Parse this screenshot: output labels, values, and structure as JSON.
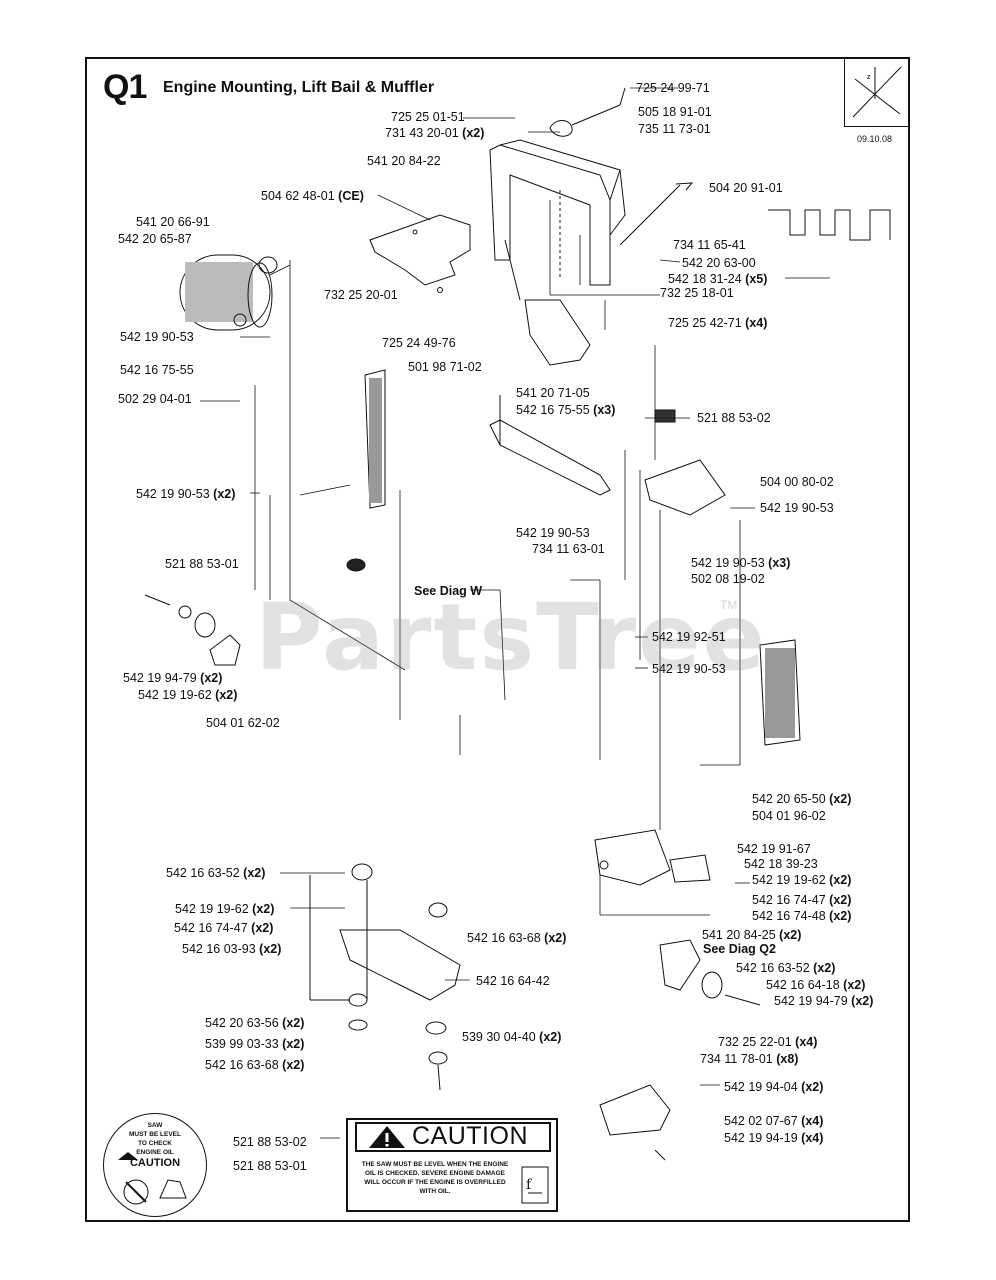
{
  "header": {
    "section_code": "Q1",
    "title": "Engine Mounting, Lift Bail & Muffler",
    "date_code": "09.10.08"
  },
  "watermark": {
    "text": "PartsTree",
    "tm": "TM"
  },
  "labels": [
    {
      "id": "l1",
      "part": "725 24 99-71",
      "qty": ""
    },
    {
      "id": "l2",
      "part": "505 18 91-01",
      "qty": ""
    },
    {
      "id": "l3",
      "part": "725 25 01-51",
      "qty": ""
    },
    {
      "id": "l4",
      "part": "735 11 73-01",
      "qty": ""
    },
    {
      "id": "l5",
      "part": "731 43 20-01",
      "qty": "(x2)"
    },
    {
      "id": "l6",
      "part": "541 20 84-22",
      "qty": ""
    },
    {
      "id": "l7",
      "part": "504 62 48-01",
      "qty": "(CE)"
    },
    {
      "id": "l8",
      "part": "504 20 91-01",
      "qty": ""
    },
    {
      "id": "l9",
      "part": "541 20 66-91",
      "qty": ""
    },
    {
      "id": "l10",
      "part": "542 20 65-87",
      "qty": ""
    },
    {
      "id": "l11",
      "part": "734 11 65-41",
      "qty": ""
    },
    {
      "id": "l12",
      "part": "542 20 63-00",
      "qty": ""
    },
    {
      "id": "l13",
      "part": "542 18 31-24",
      "qty": "(x5)"
    },
    {
      "id": "l14",
      "part": "732 25 20-01",
      "qty": ""
    },
    {
      "id": "l15",
      "part": "732 25 18-01",
      "qty": ""
    },
    {
      "id": "l16",
      "part": "542 19 90-53",
      "qty": ""
    },
    {
      "id": "l17",
      "part": "725 25 42-71",
      "qty": "(x4)"
    },
    {
      "id": "l18",
      "part": "725 24 49-76",
      "qty": ""
    },
    {
      "id": "l19",
      "part": "542 16 75-55",
      "qty": ""
    },
    {
      "id": "l20",
      "part": "501 98 71-02",
      "qty": ""
    },
    {
      "id": "l21",
      "part": "502 29 04-01",
      "qty": ""
    },
    {
      "id": "l22",
      "part": "541 20 71-05",
      "qty": ""
    },
    {
      "id": "l23",
      "part": "542 16 75-55",
      "qty": "(x3)"
    },
    {
      "id": "l24",
      "part": "521 88 53-02",
      "qty": ""
    },
    {
      "id": "l25",
      "part": "504 00 80-02",
      "qty": ""
    },
    {
      "id": "l26",
      "part": "542 19 90-53",
      "qty": "(x2)"
    },
    {
      "id": "l27",
      "part": "542 19 90-53",
      "qty": ""
    },
    {
      "id": "l28",
      "part": "542 19 90-53",
      "qty": ""
    },
    {
      "id": "l29",
      "part": "734 11 63-01",
      "qty": ""
    },
    {
      "id": "l30",
      "part": "521 88 53-01",
      "qty": ""
    },
    {
      "id": "l31",
      "part": "542 19 90-53",
      "qty": "(x3)"
    },
    {
      "id": "l32",
      "part": "502 08 19-02",
      "qty": ""
    },
    {
      "id": "l33",
      "part": "See Diag W",
      "qty": ""
    },
    {
      "id": "l34",
      "part": "542 19 92-51",
      "qty": ""
    },
    {
      "id": "l35",
      "part": "542 19 90-53",
      "qty": ""
    },
    {
      "id": "l36",
      "part": "542 19 94-79",
      "qty": "(x2)"
    },
    {
      "id": "l37",
      "part": "542 19 19-62",
      "qty": "(x2)"
    },
    {
      "id": "l38",
      "part": "504 01 62-02",
      "qty": ""
    },
    {
      "id": "l39",
      "part": "542 20 65-50",
      "qty": "(x2)"
    },
    {
      "id": "l40",
      "part": "504 01 96-02",
      "qty": ""
    },
    {
      "id": "l41",
      "part": "542 19 91-67",
      "qty": ""
    },
    {
      "id": "l42",
      "part": "542 18 39-23",
      "qty": ""
    },
    {
      "id": "l43",
      "part": "542 16 63-52",
      "qty": "(x2)"
    },
    {
      "id": "l44",
      "part": "542 19 19-62",
      "qty": "(x2)"
    },
    {
      "id": "l45",
      "part": "542 19 19-62",
      "qty": "(x2)"
    },
    {
      "id": "l46",
      "part": "542 16 74-47",
      "qty": "(x2)"
    },
    {
      "id": "l47",
      "part": "542 16 74-47",
      "qty": "(x2)"
    },
    {
      "id": "l48",
      "part": "542 16 74-48",
      "qty": "(x2)"
    },
    {
      "id": "l49",
      "part": "542 16 03-93",
      "qty": "(x2)"
    },
    {
      "id": "l50",
      "part": "542 16 63-68",
      "qty": "(x2)"
    },
    {
      "id": "l51",
      "part": "541 20 84-25",
      "qty": "(x2)"
    },
    {
      "id": "l52",
      "part": "See Diag Q2",
      "qty": ""
    },
    {
      "id": "l53",
      "part": "542 16 64-42",
      "qty": ""
    },
    {
      "id": "l54",
      "part": "542 16 63-52",
      "qty": "(x2)"
    },
    {
      "id": "l55",
      "part": "542 16 64-18",
      "qty": "(x2)"
    },
    {
      "id": "l56",
      "part": "542 19 94-79",
      "qty": "(x2)"
    },
    {
      "id": "l57",
      "part": "542 20 63-56",
      "qty": "(x2)"
    },
    {
      "id": "l58",
      "part": "539 30 04-40",
      "qty": "(x2)"
    },
    {
      "id": "l59",
      "part": "539 99 03-33",
      "qty": "(x2)"
    },
    {
      "id": "l60",
      "part": "542 16 63-68",
      "qty": "(x2)"
    },
    {
      "id": "l61",
      "part": "732 25 22-01",
      "qty": "(x4)"
    },
    {
      "id": "l62",
      "part": "734 11 78-01",
      "qty": "(x8)"
    },
    {
      "id": "l63",
      "part": "542 19 94-04",
      "qty": "(x2)"
    },
    {
      "id": "l64",
      "part": "542 02 07-67",
      "qty": "(x4)"
    },
    {
      "id": "l65",
      "part": "542 19 94-19",
      "qty": "(x4)"
    },
    {
      "id": "l66",
      "part": "521 88 53-02",
      "qty": ""
    },
    {
      "id": "l67",
      "part": "521 88 53-01",
      "qty": ""
    }
  ],
  "caution_decal": {
    "title": "CAUTION",
    "body": "THE SAW MUST BE LEVEL WHEN THE ENGINE OIL IS CHECKED. SEVERE ENGINE DAMAGE WILL OCCUR IF THE ENGINE IS OVERFILLED WITH OIL."
  },
  "oil_decal": {
    "line1": "SAW",
    "line2": "MUST BE LEVEL",
    "line3": "TO CHECK",
    "line4": "ENGINE OIL",
    "line5": "CAUTION"
  }
}
